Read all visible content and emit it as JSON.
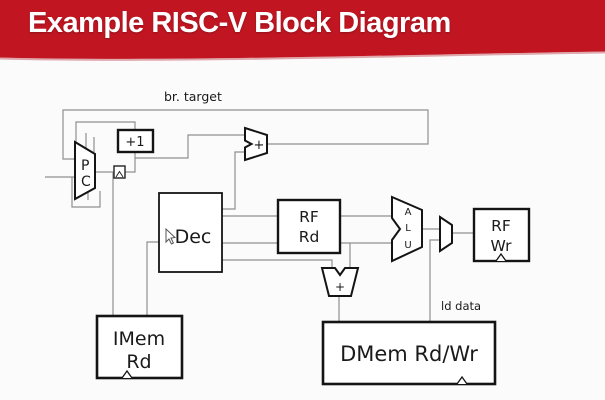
{
  "header": {
    "title": "Example RISC-V Block Diagram",
    "bg_color": "#c11622"
  },
  "diagram": {
    "labels": {
      "br_target": "br. target",
      "ld_data": "ld data",
      "plus_one": "+1",
      "branch_adder_plus": "+",
      "addr_adder_plus": "+",
      "pc_line1": "P",
      "pc_line2": "C",
      "dec": "Dec",
      "rf_rd_line1": "RF",
      "rf_rd_line2": "Rd",
      "alu_line1": "A",
      "alu_line2": "L",
      "alu_line3": "U",
      "rf_wr_line1": "RF",
      "rf_wr_line2": "Wr",
      "imem_line1": "IMem",
      "imem_line2": "Rd",
      "dmem": "DMem Rd/Wr"
    },
    "colors": {
      "wire": "#8f8f8f",
      "block_border": "#141414"
    }
  }
}
